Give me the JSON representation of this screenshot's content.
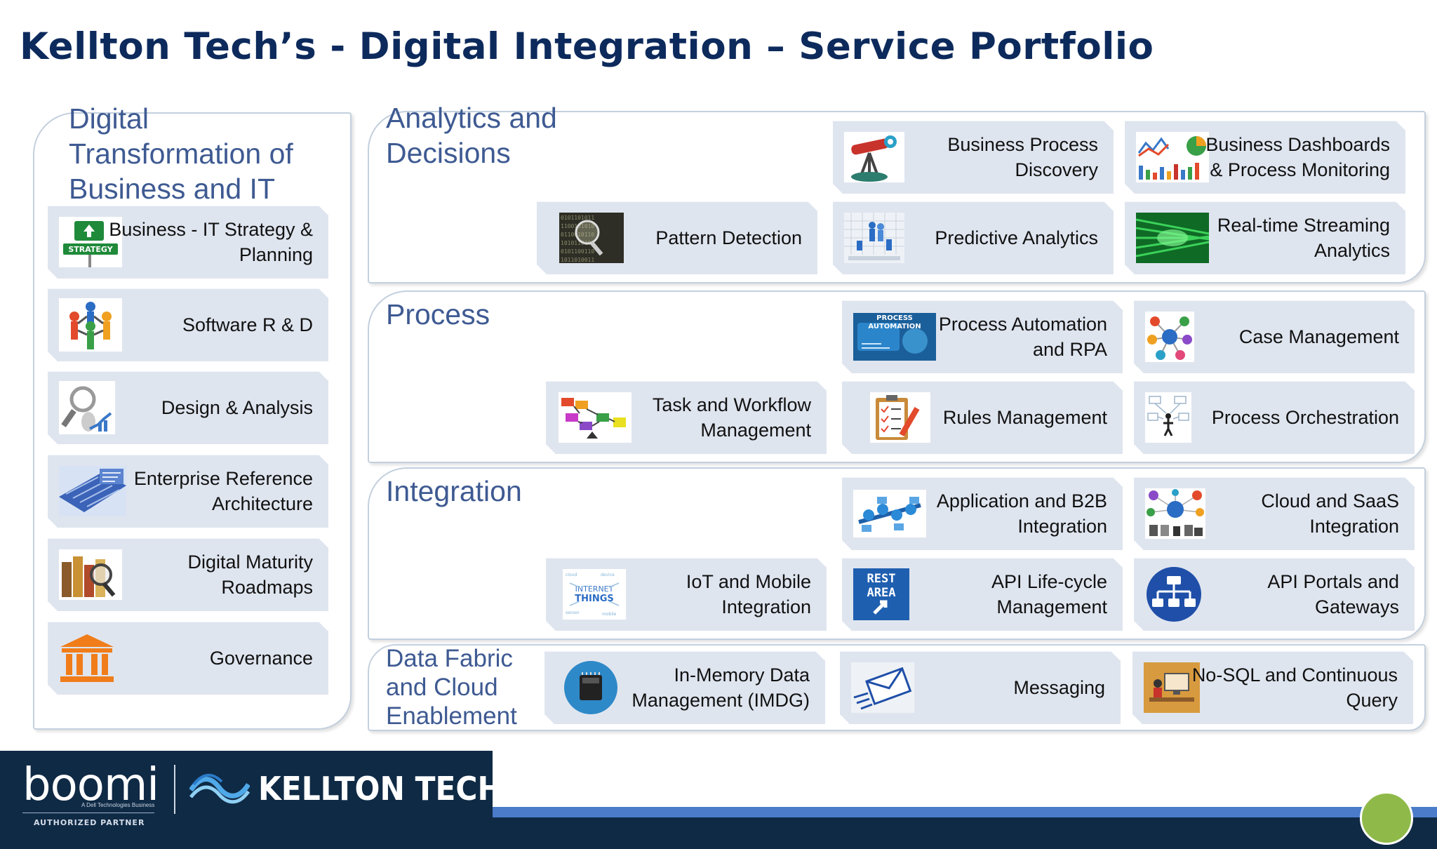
{
  "title": "Kellton Tech’s - Digital Integration – Service Portfolio",
  "colors": {
    "title": "#0d2a5c",
    "section_title": "#3e5a92",
    "card_bg": "#dfe5ef",
    "footer_dark": "#0f2a45",
    "footer_band": "#4a7cc9",
    "accent_green": "#8fba4a"
  },
  "left_panel": {
    "title": "Digital\nTransformation of\nBusiness and IT",
    "cards": [
      {
        "label": "Business - IT Strategy &\nPlanning",
        "icon": "strategy-sign-icon"
      },
      {
        "label": "Software R & D",
        "icon": "people-circle-icon"
      },
      {
        "label": "Design & Analysis",
        "icon": "magnifier-chart-icon"
      },
      {
        "label": "Enterprise Reference\nArchitecture",
        "icon": "blueprint-icon"
      },
      {
        "label": "Digital Maturity\nRoadmaps",
        "icon": "books-magnifier-icon"
      },
      {
        "label": "Governance",
        "icon": "pillars-building-icon"
      }
    ]
  },
  "sections": {
    "analytics": {
      "title": "Analytics and\nDecisions",
      "cards": [
        {
          "label": "Business Process\nDiscovery",
          "icon": "telescope-icon"
        },
        {
          "label": "Business  Dashboards\n& Process Monitoring",
          "icon": "dashboard-charts-icon"
        },
        {
          "label": "Pattern Detection",
          "icon": "binary-magnifier-icon"
        },
        {
          "label": "Predictive Analytics",
          "icon": "predictive-people-icon"
        },
        {
          "label": "Real-time Streaming\nAnalytics",
          "icon": "green-stream-icon"
        }
      ]
    },
    "process": {
      "title": "Process",
      "cards": [
        {
          "label": "Process Automation\nand RPA",
          "icon": "process-automation-icon",
          "icon_text": "PROCESS\nAUTOMATION"
        },
        {
          "label": "Case Management",
          "icon": "network-nodes-icon"
        },
        {
          "label": "Task and Workflow\nManagement",
          "icon": "workflow-blocks-icon"
        },
        {
          "label": "Rules Management",
          "icon": "clipboard-checklist-icon"
        },
        {
          "label": "Process Orchestration",
          "icon": "orchestration-figure-icon"
        }
      ]
    },
    "integration": {
      "title": "Integration",
      "cards": [
        {
          "label": "Application and B2B\nIntegration",
          "icon": "b2b-network-icon"
        },
        {
          "label": "Cloud and SaaS\nIntegration",
          "icon": "cloud-devices-icon"
        },
        {
          "label": "IoT and Mobile\nIntegration",
          "icon": "internet-of-things-icon",
          "icon_text": "INTERNET\nTHINGS"
        },
        {
          "label": "API Life-cycle\nManagement",
          "icon": "rest-area-sign-icon",
          "icon_text": "REST\nAREA"
        },
        {
          "label": "API Portals and\nGateways",
          "icon": "api-hierarchy-icon"
        }
      ]
    },
    "data": {
      "title": "Data Fabric\nand Cloud\nEnablement",
      "cards": [
        {
          "label": "In-Memory Data\nManagement (IMDG)",
          "icon": "memory-chip-icon"
        },
        {
          "label": "Messaging",
          "icon": "envelope-icon"
        },
        {
          "label": "No-SQL and Continuous\nQuery",
          "icon": "nosql-workstation-icon"
        }
      ]
    }
  },
  "footer": {
    "boomi": "boomi",
    "boomi_tagline": "A Dell Technologies Business",
    "boomi_partner": "AUTHORIZED PARTNER",
    "kellton": "KELLTON TECH"
  }
}
